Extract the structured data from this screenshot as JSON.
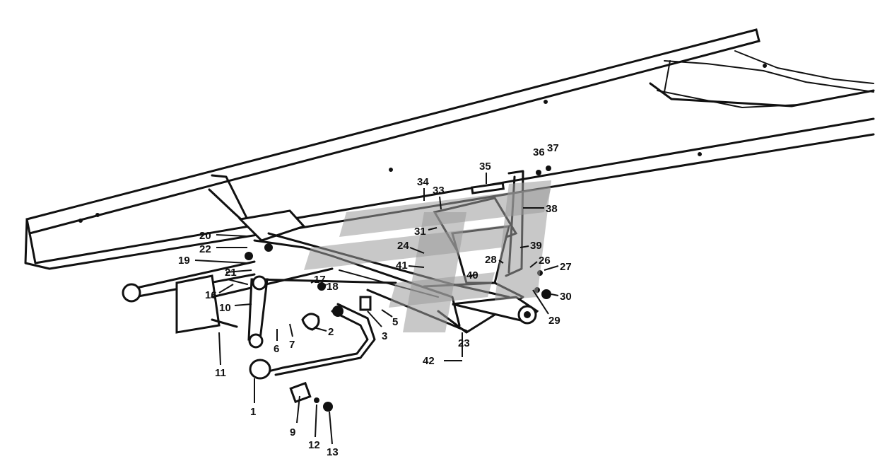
{
  "callouts": [
    "1",
    "2",
    "3",
    "5",
    "6",
    "7",
    "9",
    "10",
    "11",
    "12",
    "13",
    "16",
    "17",
    "18",
    "19",
    "20",
    "21",
    "22",
    "23",
    "24",
    "26",
    "27",
    "28",
    "29",
    "30",
    "31",
    "33",
    "34",
    "35",
    "36",
    "37",
    "38",
    "39",
    "40",
    "41",
    "42"
  ],
  "watermark": "gray-logo-mark"
}
